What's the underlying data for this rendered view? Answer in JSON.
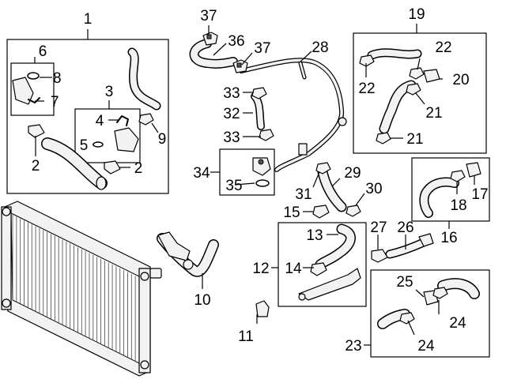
{
  "diagram": {
    "callouts": [
      "1",
      "2",
      "2",
      "3",
      "4",
      "5",
      "6",
      "7",
      "8",
      "9",
      "10",
      "11",
      "12",
      "13",
      "14",
      "15",
      "16",
      "17",
      "18",
      "19",
      "20",
      "21",
      "21",
      "22",
      "22",
      "23",
      "24",
      "24",
      "25",
      "26",
      "27",
      "28",
      "29",
      "30",
      "31",
      "32",
      "33",
      "33",
      "34",
      "35",
      "36",
      "37",
      "37"
    ]
  },
  "colors": {
    "line": "#000000",
    "part_fill": "#f2f2f2",
    "background": "#ffffff"
  }
}
